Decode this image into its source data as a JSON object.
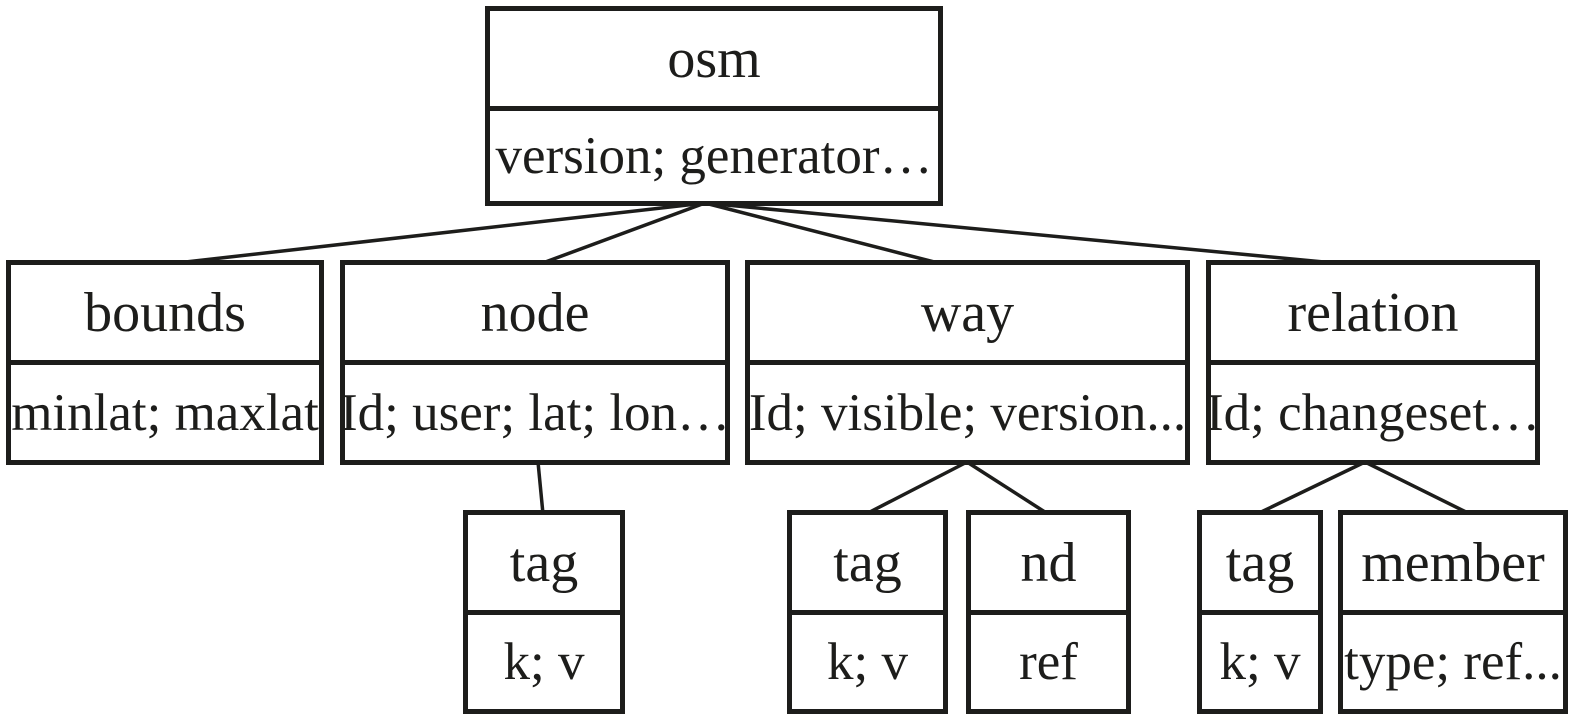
{
  "colors": {
    "line": "#1d1d1b",
    "text": "#1d1d1b",
    "background": "#ffffff"
  },
  "boxes": {
    "osm": {
      "title": "osm",
      "attributes": "version; generator…"
    },
    "bounds": {
      "title": "bounds",
      "attributes": "minlat; maxlat"
    },
    "node": {
      "title": "node",
      "attributes": "Id; user; lat; lon…"
    },
    "way": {
      "title": "way",
      "attributes": "Id; visible; version..."
    },
    "relation": {
      "title": "relation",
      "attributes": "Id; changeset…"
    },
    "node_tag": {
      "title": "tag",
      "attributes": "k; v"
    },
    "way_tag": {
      "title": "tag",
      "attributes": "k; v"
    },
    "way_nd": {
      "title": "nd",
      "attributes": "ref"
    },
    "relation_tag": {
      "title": "tag",
      "attributes": "k; v"
    },
    "relation_member": {
      "title": "member",
      "attributes": "type; ref..."
    }
  },
  "hierarchy": {
    "root": "osm",
    "children_of_osm": [
      "bounds",
      "node",
      "way",
      "relation"
    ],
    "children_of_node": [
      "tag"
    ],
    "children_of_way": [
      "tag",
      "nd"
    ],
    "children_of_relation": [
      "tag",
      "member"
    ]
  }
}
